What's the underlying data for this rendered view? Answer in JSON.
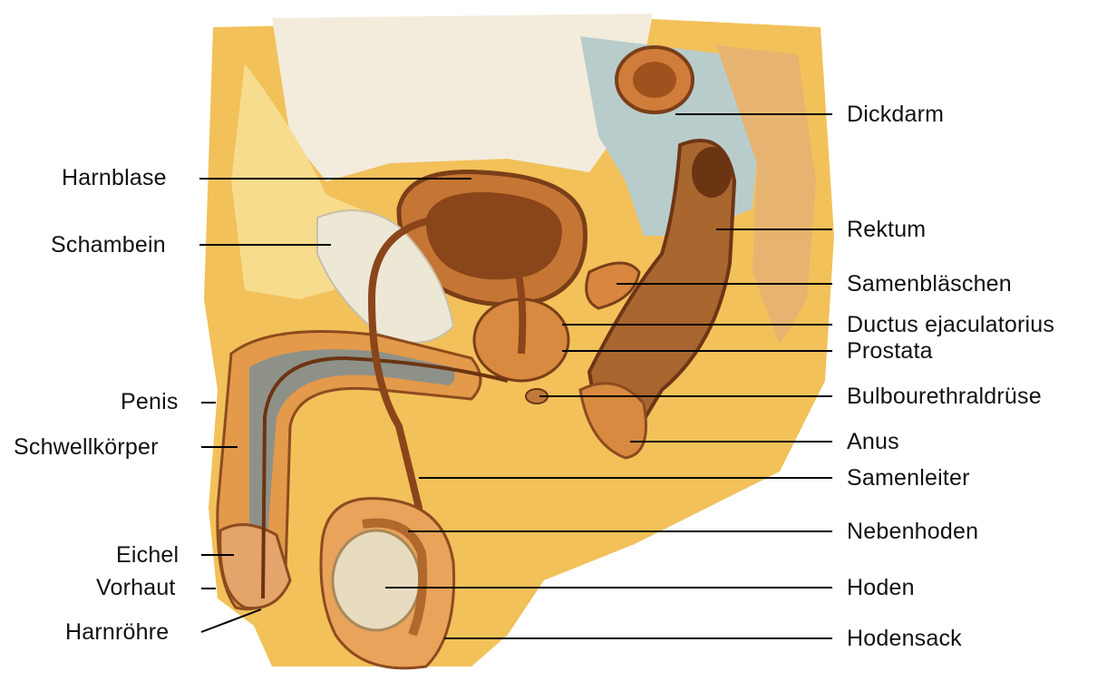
{
  "labels": {
    "left": {
      "harnblase": "Harnblase",
      "schambein": "Schambein",
      "penis": "Penis",
      "schwellkoerper": "Schwellkörper",
      "eichel": "Eichel",
      "vorhaut": "Vorhaut",
      "harnroehre": "Harnröhre"
    },
    "right": {
      "dickdarm": "Dickdarm",
      "rektum": "Rektum",
      "samenblaeschen": "Samenbläschen",
      "ductus": "Ductus ejaculatorius",
      "prostata": "Prostata",
      "bulbo": "Bulbourethraldrüse",
      "anus": "Anus",
      "samenleiter": "Samenleiter",
      "nebenhoden": "Nebenhoden",
      "hoden": "Hoden",
      "hodensack": "Hodensack"
    }
  },
  "colors": {
    "skin": "#f2c15a",
    "skin_light": "#f7dc8e",
    "tissue_orange": "#e39a4a",
    "organ_brown": "#b5692c",
    "organ_dark": "#7a3f18",
    "pale_cream": "#f3ecdc",
    "fat_yellow": "#f5d768",
    "peritoneum_blue": "#b9cccc",
    "leader_line": "#000000"
  }
}
